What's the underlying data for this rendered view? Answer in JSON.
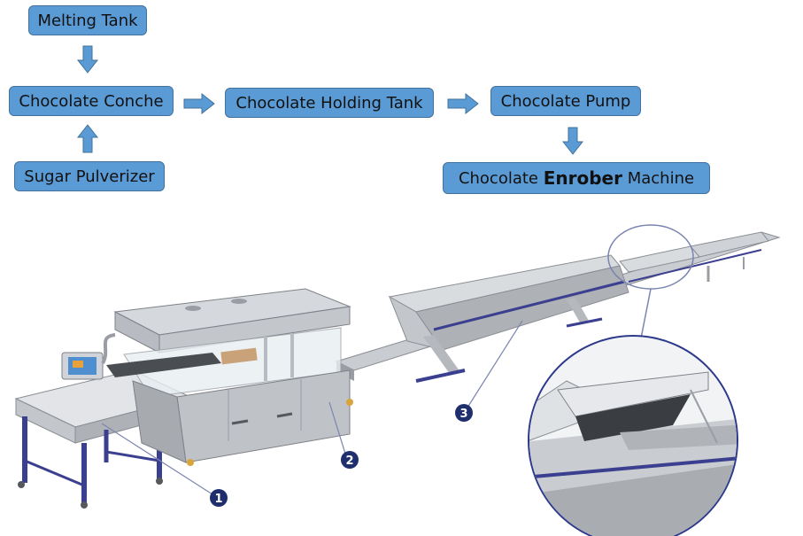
{
  "flow": {
    "melting_tank": "Melting Tank",
    "chocolate_conche": "Chocolate Conche",
    "sugar_pulverizer": "Sugar Pulverizer",
    "holding_tank": "Chocolate Holding Tank",
    "chocolate_pump": "Chocolate Pump",
    "enrober_pre": "Chocolate ",
    "enrober_bold": "Enrober",
    "enrober_post": " Machine"
  },
  "callouts": [
    "1",
    "2",
    "3"
  ],
  "colors": {
    "box_fill": "#5b9bd5",
    "box_border": "#41719c",
    "badge": "#1f2f6e",
    "steel": "#b8bcc2",
    "frame": "#3b3f8f"
  }
}
